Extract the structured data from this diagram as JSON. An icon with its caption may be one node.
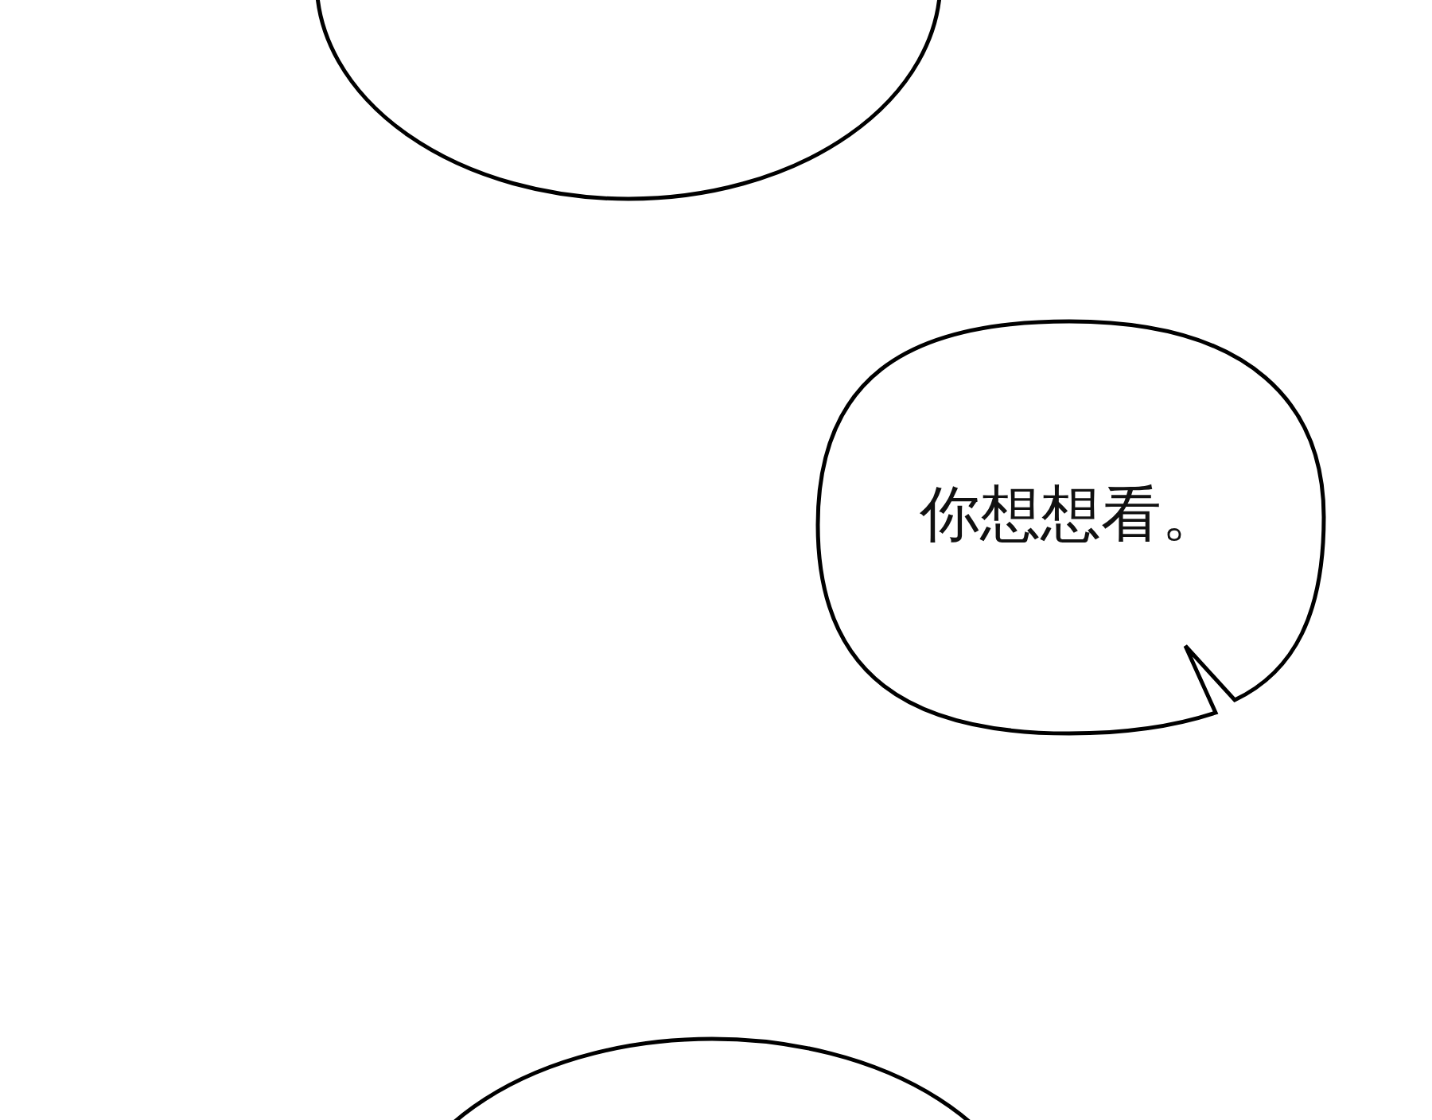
{
  "diagram": {
    "nodes": [
      {
        "text": [],
        "shape": "circle"
      },
      {
        "text": [
          "你想想看。"
        ]
      },
      {
        "text": [],
        "shape": "circle"
      }
    ]
  }
}
